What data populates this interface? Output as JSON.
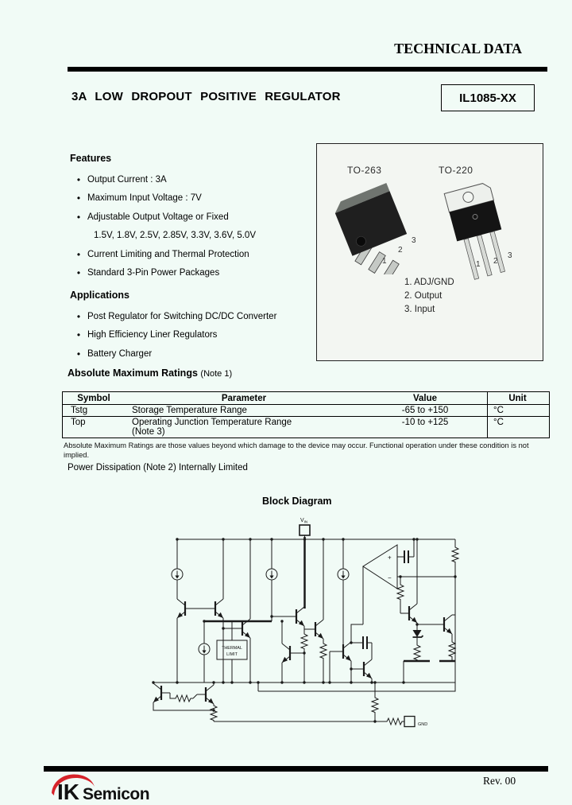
{
  "colors": {
    "page_bg": "#f1fbf6",
    "rule": "#000000",
    "logo_red": "#d6232a",
    "pkg_box_bg": "#f3f6f2"
  },
  "header": {
    "doc_type": "TECHNICAL DATA"
  },
  "title": {
    "heading": "3A LOW DROPOUT POSITIVE REGULATOR",
    "part_number": "IL1085-XX"
  },
  "packages": {
    "left_label": "TO-263",
    "right_label": "TO-220",
    "pin_numbers": [
      "1",
      "2",
      "3"
    ],
    "pin_legend": [
      "1. ADJ/GND",
      "2. Output",
      "3. Input"
    ]
  },
  "features": {
    "heading": "Features",
    "bullets": [
      "Output Current : 3A",
      "Maximum Input Voltage : 7V",
      "Adjustable Output Voltage or Fixed",
      "Current Limiting and Thermal Protection",
      "Standard 3-Pin Power Packages"
    ],
    "voltage_list": "1.5V, 1.8V, 2.5V, 2.85V, 3.3V, 3.6V, 5.0V"
  },
  "applications": {
    "heading": "Applications",
    "bullets": [
      "Post Regulator for Switching DC/DC Converter",
      "High Efficiency Liner Regulators",
      "Battery   Charger"
    ]
  },
  "ratings": {
    "heading": "Absolute Maximum Ratings",
    "heading_note": "(Note 1)",
    "table": {
      "headers": [
        "Symbol",
        "Parameter",
        "Value",
        "Unit"
      ],
      "rows": [
        {
          "symbol": "Tstg",
          "parameter": "Storage Temperature Range",
          "parameter_note": "",
          "value": "-65 to +150",
          "unit": "°C"
        },
        {
          "symbol": "Top",
          "parameter": "Operating Junction Temperature Range",
          "parameter_note": "(Note 3)",
          "value": "-10 to +125",
          "unit": "°C"
        }
      ]
    },
    "footnote": "Absolute Maximum Ratings are those values beyond which damage to the device may occur. Functional operation under these condition is not implied.",
    "power_note": "Power Dissipation (Note 2) Internally Limited"
  },
  "block_diagram": {
    "title": "Block Diagram",
    "vin_label": "V",
    "vin_sub": "IN",
    "gnd_label": "GND",
    "thermal_line1": "THERMAL",
    "thermal_line2": "LIMIT",
    "opamp_plus": "+",
    "opamp_minus": "−"
  },
  "footer": {
    "logo_ik": "IK",
    "logo_semicon": "Semicon",
    "revision": "Rev. 00"
  }
}
